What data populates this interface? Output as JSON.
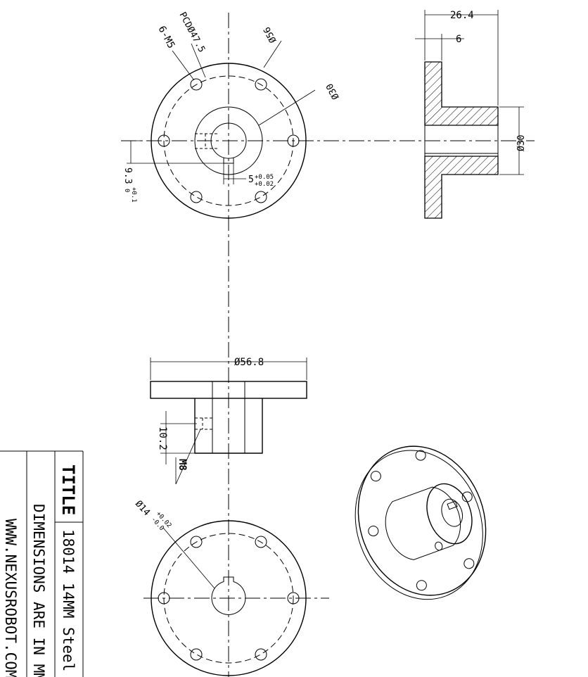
{
  "dimensions": {
    "width_total": "26.4",
    "flange_thickness": "6",
    "hub_diameter": "Ø30",
    "bore_diameter": "Ø30",
    "outer_diameter": "Ø56",
    "pcd": "PCDØ47.5",
    "holes": "6-M5",
    "keyway_depth": "9.3",
    "keyway_depth_tol_upper": "+0.1",
    "keyway_depth_tol_lower": "0",
    "keyway_width": "5",
    "keyway_width_tol_upper": "+0.05",
    "keyway_width_tol_lower": "+0.02",
    "side_outer_diameter": "Ø56.8",
    "setscrew_offset": "10.2",
    "setscrew": "M8",
    "bore": "Ø14",
    "bore_tol_upper": "+0.02",
    "bore_tol_lower": "-0.0"
  },
  "title_block": {
    "title_label": "TITLE",
    "title_value": "18014 14MM Steel",
    "units_note": "DIMENSIONS ARE IN MM",
    "website": "WWW.NEXUSROBOT.COM"
  }
}
